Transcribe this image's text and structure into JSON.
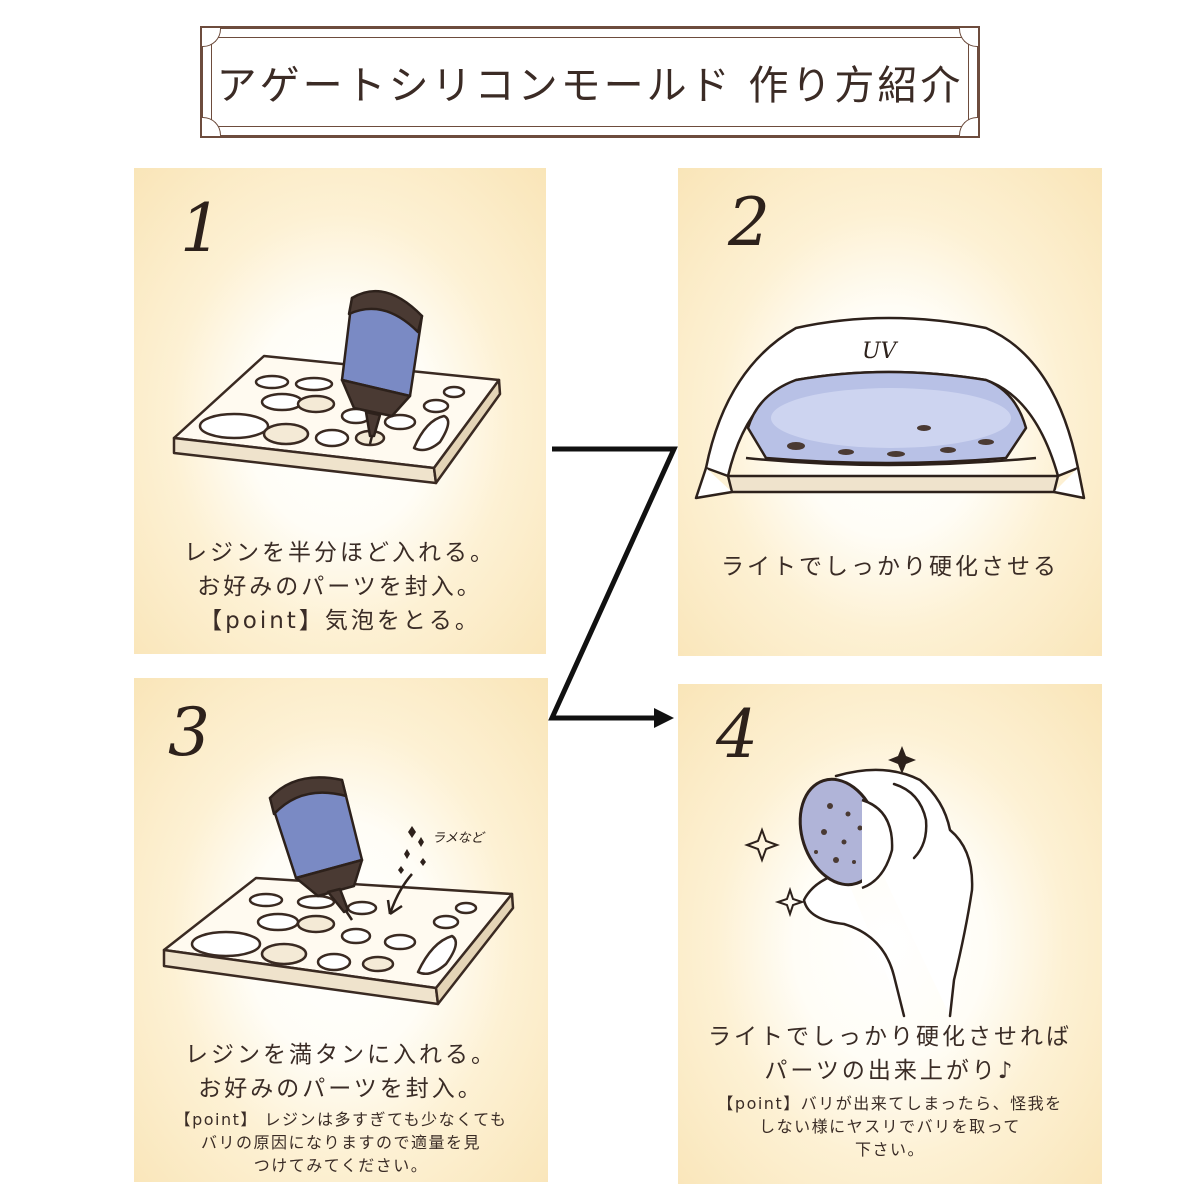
{
  "title": "アゲートシリコンモールド 作り方紹介",
  "steps": [
    {
      "number": "1",
      "lines": [
        "レジンを半分ほど入れる。",
        "お好みのパーツを封入。",
        "【point】気泡をとる。"
      ]
    },
    {
      "number": "2",
      "lines": [
        "ライトでしっかり硬化させる"
      ],
      "lamp_label": "UV"
    },
    {
      "number": "3",
      "lines": [
        "レジンを満タンに入れる。",
        "お好みのパーツを封入。"
      ],
      "note_lines": [
        "【point】 レジンは多すぎても少なくても",
        "バリの原因になりますので適量を見",
        "つけてみてください。"
      ],
      "glitter_label": "ラメなど"
    },
    {
      "number": "4",
      "lines": [
        "ライトでしっかり硬化させれば",
        "パーツの出来上がり♪"
      ],
      "note_lines": [
        "【point】バリが出来てしまったら、怪我を",
        "しない様にヤスリでバリを取って",
        "下さい。"
      ]
    }
  ],
  "colors": {
    "ink": "#3a2a22",
    "frame": "#6d4c3d",
    "panel_edge": "#f9e5b8",
    "resin_blue": "#7a8ac4",
    "arrow": "#111111"
  },
  "icons": [
    "resin-bottle-icon",
    "silicone-mold-icon",
    "uv-lamp-icon",
    "hand-icon",
    "sparkle-icon",
    "arrow-icon"
  ]
}
